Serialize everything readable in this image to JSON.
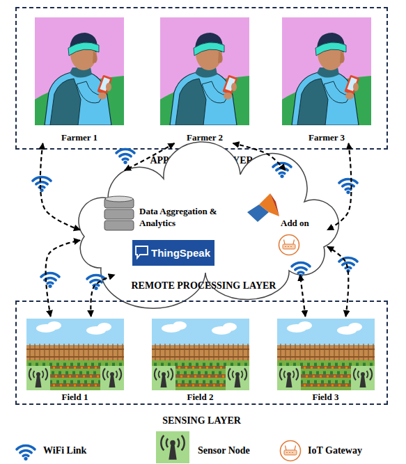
{
  "diagram": {
    "nodes": [
      {
        "text": [
          "APPLICATION LAYER"
        ]
      },
      {
        "text": [
          "Farmer 1"
        ],
        "in": 0
      },
      {
        "text": [
          "Farmer 2"
        ],
        "in": 0
      },
      {
        "text": [
          "Farmer 3"
        ],
        "in": 0
      },
      {
        "text": [
          "Data Aggregation & Analytics",
          "ThingSpeak",
          "Add on",
          "REMOTE PROCESSING LAYER"
        ]
      },
      {
        "text": [
          "SENSING LAYER"
        ]
      },
      {
        "text": [
          "Field 1"
        ],
        "in": 5
      },
      {
        "text": [
          "Field 2"
        ],
        "in": 5
      },
      {
        "text": [
          "Field 3"
        ],
        "in": 5
      }
    ],
    "edges": [
      {
        "from": 1,
        "to": 4,
        "arrow": "both"
      },
      {
        "from": 2,
        "to": 4,
        "arrow": "both"
      },
      {
        "from": 2,
        "to": 4,
        "arrow": "both"
      },
      {
        "from": 3,
        "to": 4,
        "arrow": "both"
      },
      {
        "from": 6,
        "to": 4,
        "arrow": "both"
      },
      {
        "from": 6,
        "to": 4,
        "arrow": "both"
      },
      {
        "from": 8,
        "to": 4,
        "arrow": "both"
      },
      {
        "from": 8,
        "to": 4,
        "arrow": "both"
      }
    ],
    "legend": [
      {
        "text": "WiFi Link"
      },
      {
        "text": "Sensor Node"
      },
      {
        "text": "IoT Gateway"
      }
    ]
  }
}
